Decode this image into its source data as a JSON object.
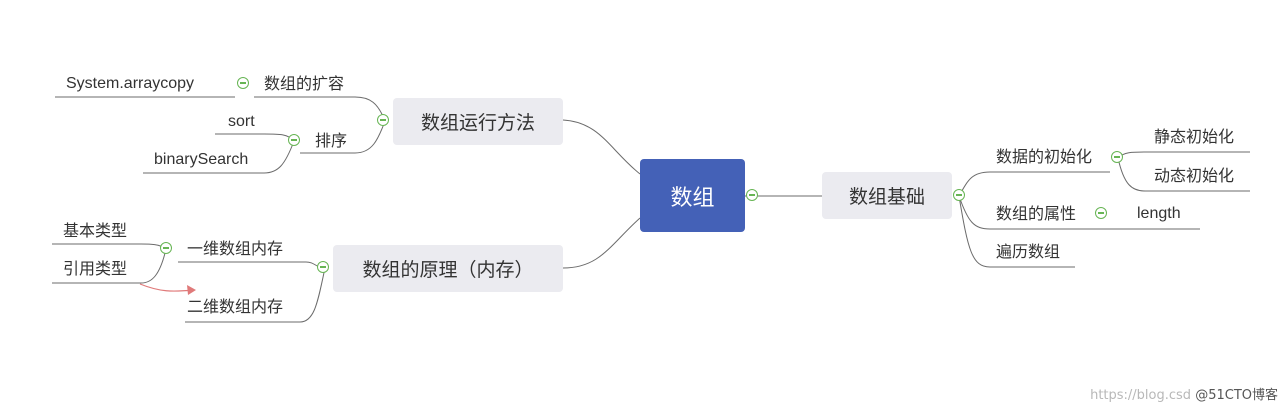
{
  "root": {
    "label": "数组"
  },
  "left": {
    "branch1": {
      "label": "数组运行方法",
      "children": [
        {
          "label": "数组的扩容",
          "children": [
            "System.arraycopy"
          ]
        },
        {
          "label": "排序",
          "children": [
            "sort",
            "binarySearch"
          ]
        }
      ]
    },
    "branch2": {
      "label": "数组的原理（内存）",
      "children": [
        {
          "label": "一维数组内存",
          "children": [
            "基本类型",
            "引用类型"
          ]
        },
        {
          "label": "二维数组内存"
        }
      ]
    }
  },
  "right": {
    "branch1": {
      "label": "数组基础",
      "children": [
        {
          "label": "数据的初始化",
          "children": [
            "静态初始化",
            "动态初始化"
          ]
        },
        {
          "label": "数组的属性",
          "children": [
            "length"
          ]
        },
        {
          "label": "遍历数组"
        }
      ]
    }
  },
  "watermark": {
    "url": "https://blog.csd",
    "brand": "@51CTO博客"
  },
  "colors": {
    "root_fill": "#4461b7",
    "node_fill": "#ebebf0",
    "line": "#666666",
    "toggle": "#67b554",
    "arrow": "#e07a7a"
  }
}
